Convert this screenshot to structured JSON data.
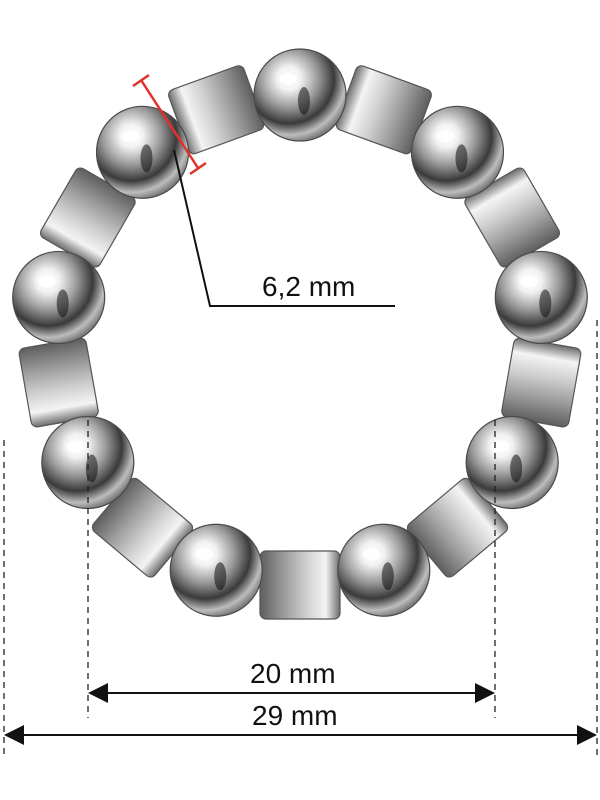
{
  "diagram": {
    "subject": "ball bearing retainer ring",
    "balls_count": 9,
    "ball_diameter_label": "6,2 mm",
    "inner_diameter_label": "20 mm",
    "outer_diameter_label": "29 mm",
    "highlight_color": "#e0322a",
    "line_color": "#111111"
  }
}
